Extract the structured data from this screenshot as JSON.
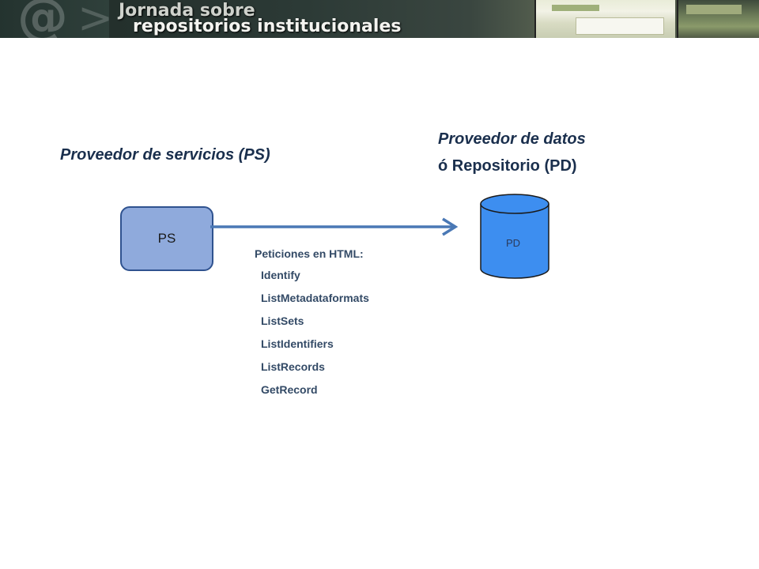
{
  "banner": {
    "title_line1": "Jornada sobre",
    "title_line2": "repositorios institucionales",
    "logo_glyph": "@"
  },
  "diagram": {
    "ps_title": "Proveedor de servicios (PS)",
    "pd_title_line1": "Proveedor de datos",
    "pd_title_line2": "ó Repositorio (PD)",
    "ps_node_label": "PS",
    "pd_node_label": "PD",
    "requests_header": "Peticiones en HTML:",
    "requests": [
      "Identify",
      "ListMetadataformats",
      "ListSets",
      "ListIdentifiers",
      "ListRecords",
      "GetRecord"
    ]
  },
  "colors": {
    "title_text": "#1a2f4d",
    "ps_fill": "#8faadc",
    "ps_border": "#2f528f",
    "pd_fill": "#3d8ef0",
    "arrow": "#4a78b5",
    "request_text": "#334a66"
  }
}
